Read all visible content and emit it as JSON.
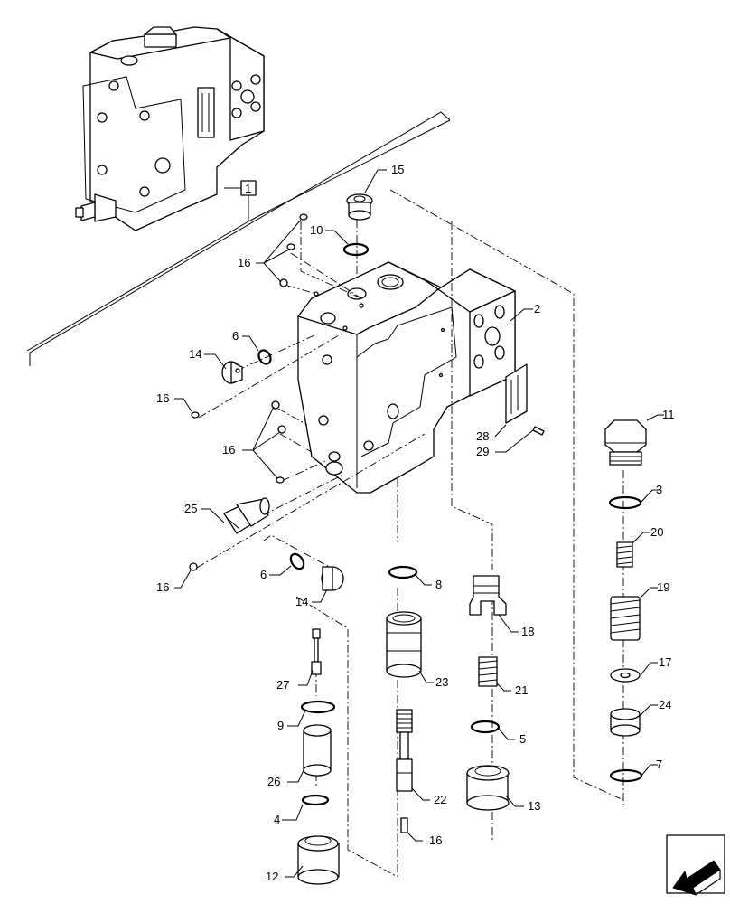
{
  "reference_box": "1",
  "labels": {
    "p2": "2",
    "p3": "3",
    "p4": "4",
    "p5": "5",
    "p6a": "6",
    "p6b": "6",
    "p7": "7",
    "p8": "8",
    "p9": "9",
    "p10": "10",
    "p11": "11",
    "p12": "12",
    "p13": "13",
    "p14a": "14",
    "p14b": "14",
    "p15": "15",
    "p16a": "16",
    "p16b": "16",
    "p16c": "16",
    "p16d": "16",
    "p16e": "16",
    "p17": "17",
    "p18": "18",
    "p19": "19",
    "p20": "20",
    "p21": "21",
    "p22": "22",
    "p23": "23",
    "p24": "24",
    "p25": "25",
    "p26": "26",
    "p27": "27",
    "p28": "28",
    "p29": "29"
  },
  "nav": {
    "icon": "arrow-down-left-icon"
  }
}
